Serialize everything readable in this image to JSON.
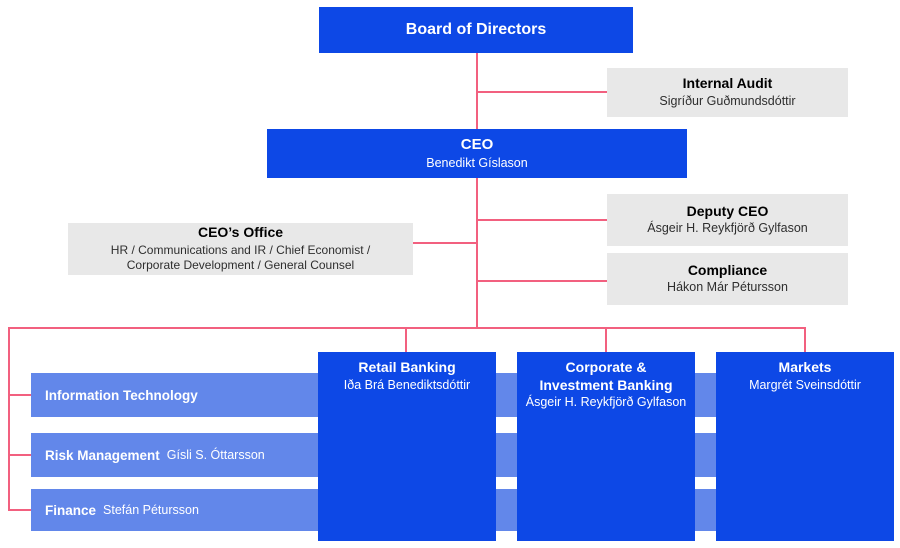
{
  "colors": {
    "primary_blue": "#0d48e6",
    "light_blue": "#6287ea",
    "box_gray": "#e8e8e8",
    "connector_pink": "#f2607f"
  },
  "nodes": {
    "board": {
      "title": "Board of Directors"
    },
    "internal_audit": {
      "title": "Internal Audit",
      "name": "Sigríður Guðmundsdóttir"
    },
    "ceo": {
      "title": "CEO",
      "name": "Benedikt Gíslason"
    },
    "deputy_ceo": {
      "title": "Deputy CEO",
      "name": "Ásgeir H. Reykfjörð Gylfason"
    },
    "ceos_office": {
      "title": "CEO’s Office",
      "subtitle": "HR / Communications and IR / Chief Economist /\nCorporate Development / General Counsel"
    },
    "compliance": {
      "title": "Compliance",
      "name": "Hákon Már Pétursson"
    },
    "retail_banking": {
      "title": "Retail Banking",
      "name": "Iða Brá Benediktsdóttir"
    },
    "corporate_investment_banking": {
      "title": "Corporate &\nInvestment Banking",
      "name": "Ásgeir H. Reykfjörð Gylfason"
    },
    "markets": {
      "title": "Markets",
      "name": "Margrét Sveinsdóttir"
    },
    "information_technology": {
      "title": "Information Technology",
      "name": ""
    },
    "risk_management": {
      "title": "Risk Management",
      "name": "Gísli S. Óttarsson"
    },
    "finance": {
      "title": "Finance",
      "name": "Stefán Pétursson"
    }
  }
}
